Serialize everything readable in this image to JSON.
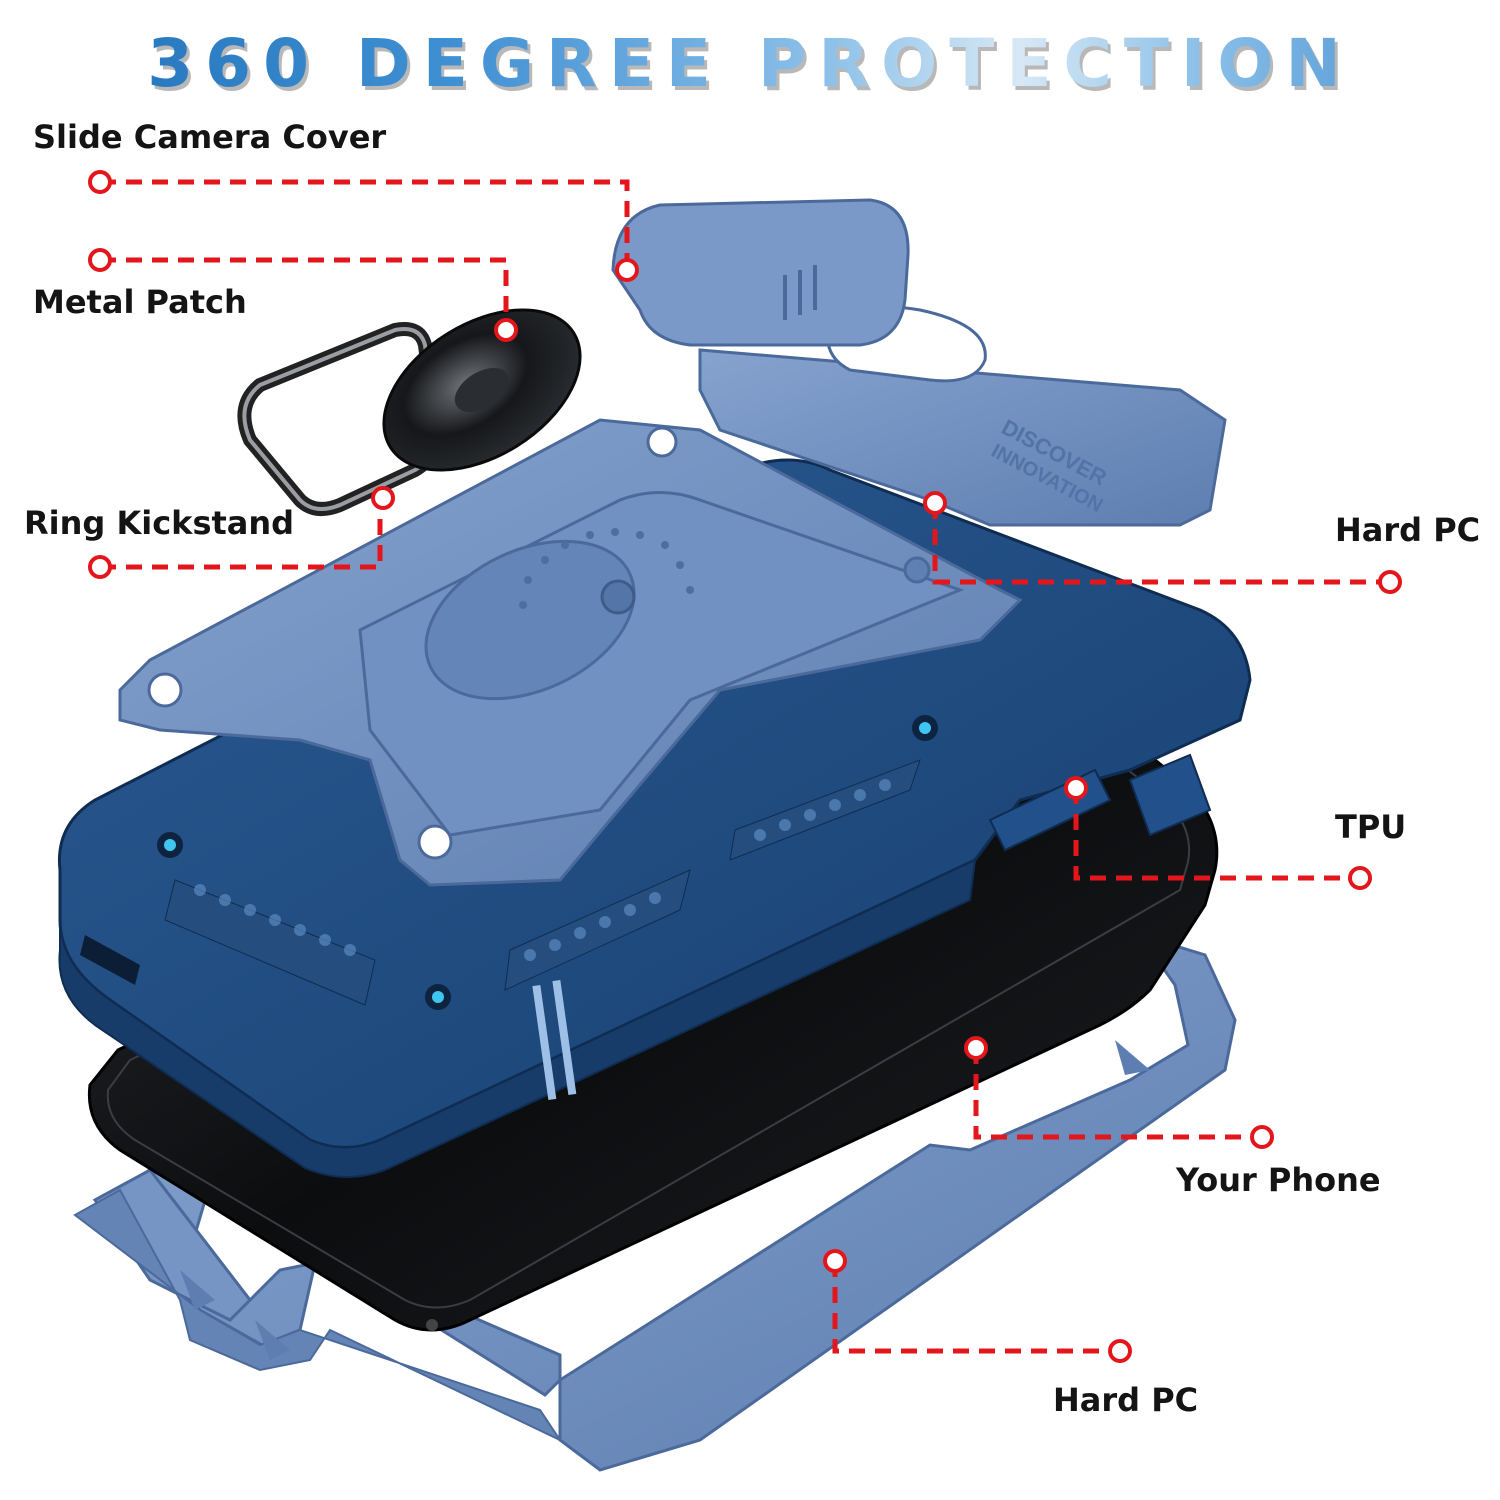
{
  "headline": "360 DEGREE PROTECTION",
  "imprint": {
    "line1": "DISCOVER",
    "line2": "INNOVATION"
  },
  "callouts": [
    {
      "id": "slide-camera-cover",
      "label": "Slide Camera Cover"
    },
    {
      "id": "metal-patch",
      "label": "Metal Patch"
    },
    {
      "id": "ring-kickstand",
      "label": "Ring Kickstand"
    },
    {
      "id": "hard-pc-top",
      "label": "Hard PC"
    },
    {
      "id": "tpu",
      "label": "TPU"
    },
    {
      "id": "your-phone",
      "label": "Your Phone"
    },
    {
      "id": "hard-pc-bottom",
      "label": "Hard PC"
    }
  ],
  "colors": {
    "leader_line": "#e3161b",
    "case_light_blue": "#6f8fbe",
    "tpu_navy": "#1f4d84",
    "phone_black": "#101113",
    "accent_cyan": "#3fc6f0"
  }
}
